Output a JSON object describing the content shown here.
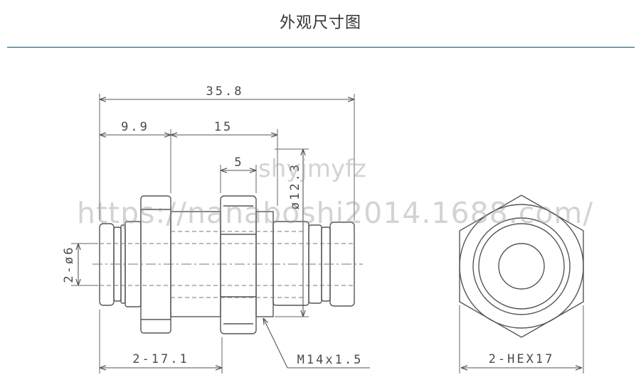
{
  "header": {
    "title": "外观尺寸图"
  },
  "dimensions": {
    "overall_length": "35.8",
    "length_a": "9.9",
    "length_b": "15",
    "length_c": "5",
    "diameter": "ø12.3",
    "tube_od": "2-ø6",
    "hex_width": "2-17.1",
    "thread": "M14x1.5",
    "hex_size": "2-HEX17"
  },
  "watermarks": {
    "shop_id": "shyjmyfz",
    "shop_url": "https://nanaboshi2014.1688.com/"
  },
  "colors": {
    "line": "#555555",
    "rule": "#0f4f63",
    "text": "#333333"
  }
}
